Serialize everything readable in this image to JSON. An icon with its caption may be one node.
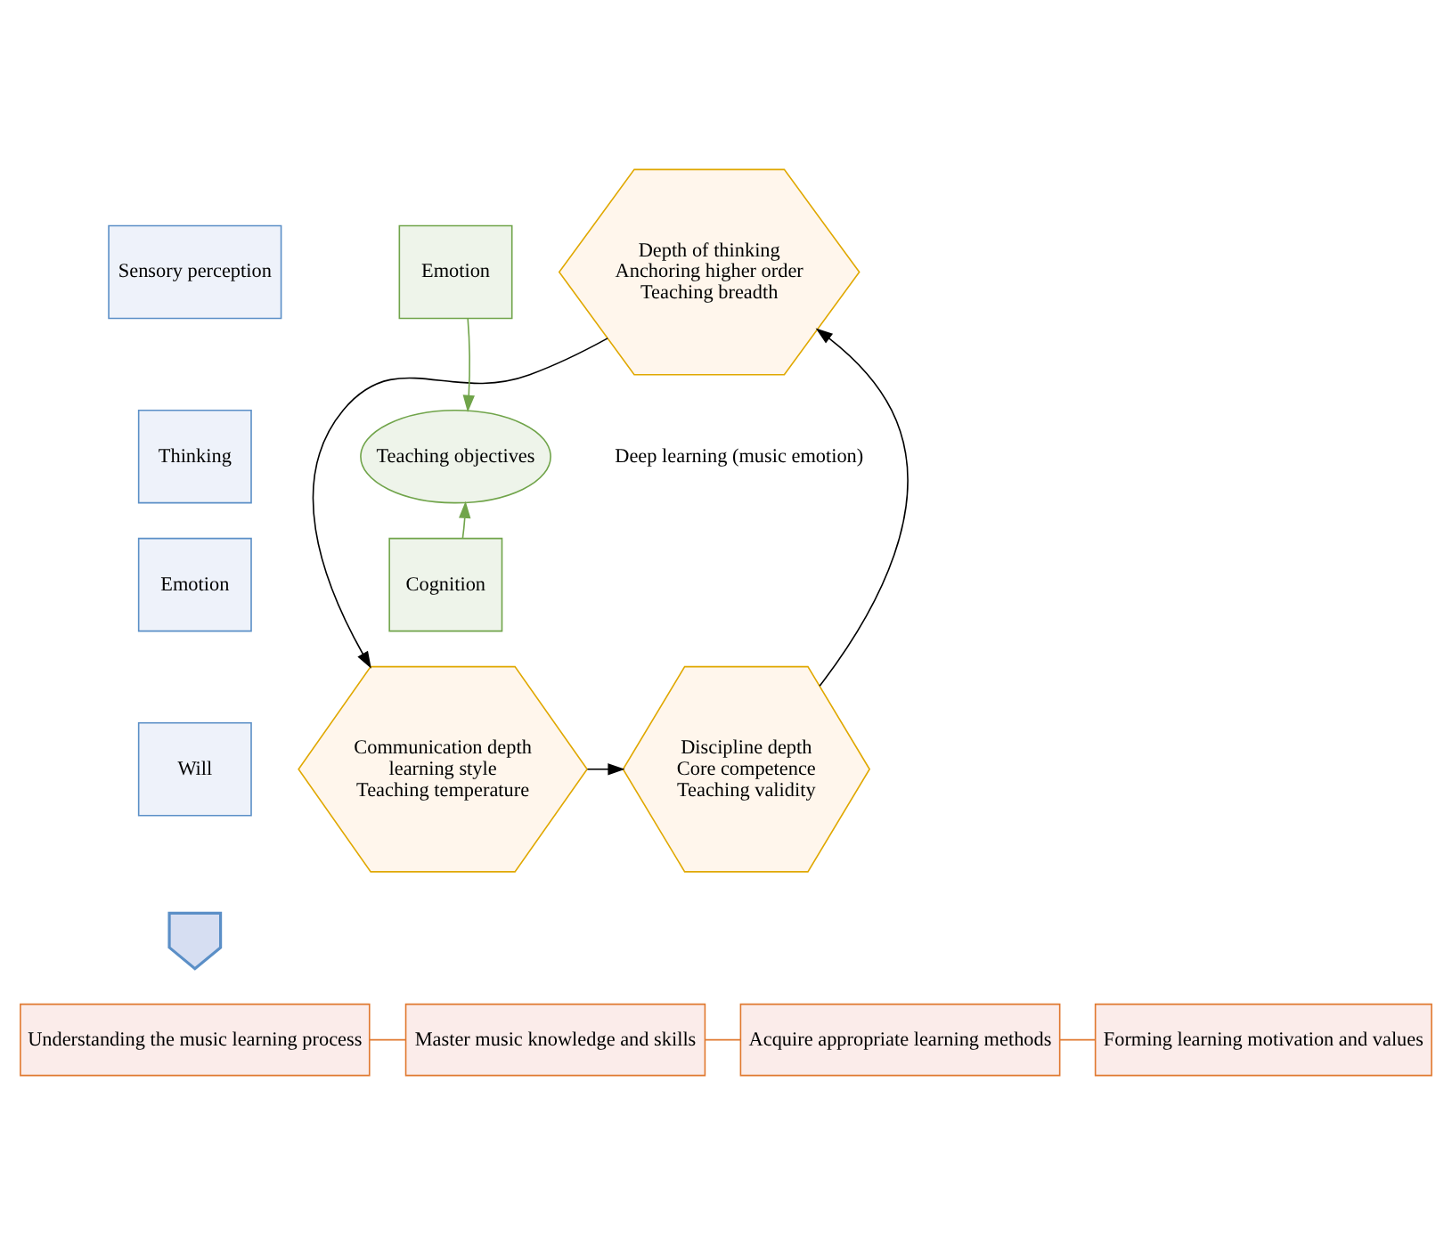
{
  "diagram": {
    "nodes": [
      {
        "text": [
          "Sensory perception"
        ]
      },
      {
        "text": [
          "Thinking"
        ]
      },
      {
        "text": [
          "Emotion"
        ]
      },
      {
        "text": [
          "Will"
        ]
      },
      {
        "text": [
          "Depth of thinking",
          "Anchoring higher order",
          "Teaching breadth"
        ]
      },
      {
        "text": [
          "Discipline depth",
          "Core competence",
          "Teaching validity"
        ]
      },
      {
        "text": [
          "Communication depth",
          "learning style",
          "Teaching temperature"
        ]
      },
      {
        "text": [
          "Emotion"
        ]
      },
      {
        "text": [
          "Cognition"
        ]
      },
      {
        "text": [
          "Teaching objectives"
        ]
      },
      {
        "text": [],
        "shape": "arrow"
      },
      {
        "text": [
          "Understanding the music learning process"
        ]
      },
      {
        "text": [
          "Master music knowledge and skills"
        ]
      },
      {
        "text": [
          "Acquire appropriate learning methods"
        ]
      },
      {
        "text": [
          "Forming learning motivation and values"
        ]
      }
    ],
    "edges": [
      {
        "from": 5,
        "to": 4,
        "arrow": "to"
      },
      {
        "from": 4,
        "to": 6,
        "arrow": "to"
      },
      {
        "from": 6,
        "to": 5,
        "arrow": "to"
      },
      {
        "from": 7,
        "to": 9,
        "arrow": "to",
        "color": "#70a44a"
      },
      {
        "from": 8,
        "to": 9,
        "arrow": "to",
        "color": "#70a44a"
      },
      {
        "from": 11,
        "to": 12,
        "arrow": "none",
        "color": "#e0782e"
      },
      {
        "from": 12,
        "to": 13,
        "arrow": "none",
        "color": "#e0782e"
      },
      {
        "from": 13,
        "to": 14,
        "arrow": "none",
        "color": "#e0782e"
      }
    ],
    "labels": [
      "Deep learning (music emotion)"
    ]
  }
}
